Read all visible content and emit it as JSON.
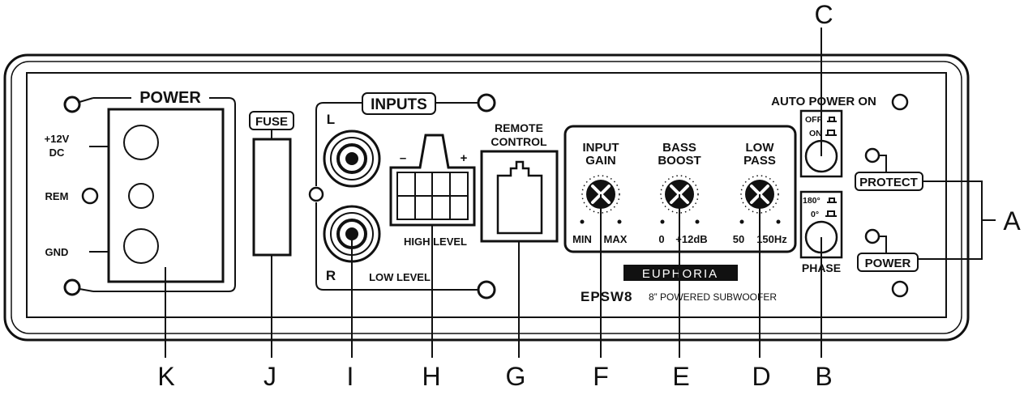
{
  "power_section": {
    "title": "POWER",
    "terminal_12v_line1": "+12V",
    "terminal_12v_line2": "DC",
    "terminal_rem": "REM",
    "terminal_gnd": "GND"
  },
  "fuse": {
    "label": "FUSE"
  },
  "inputs": {
    "title": "INPUTS",
    "left_channel": "L",
    "right_channel": "R",
    "low_level": "LOW LEVEL",
    "high_level": "HIGH LEVEL",
    "minus": "–",
    "plus": "+"
  },
  "remote": {
    "line1": "REMOTE",
    "line2": "CONTROL"
  },
  "knobs": [
    {
      "line1": "INPUT",
      "line2": "GAIN",
      "min": "MIN",
      "max": "MAX"
    },
    {
      "line1": "BASS",
      "line2": "BOOST",
      "min": "0",
      "max": "+12dB"
    },
    {
      "line1": "LOW",
      "line2": "PASS",
      "min": "50",
      "max": "150Hz"
    }
  ],
  "brand": {
    "logo": "EUPHORIA",
    "model": "EPSW8",
    "description": "8” POWERED SUBWOOFER"
  },
  "auto_power": {
    "label": "AUTO POWER ON",
    "off": "OFF",
    "on": "ON"
  },
  "phase": {
    "label": "PHASE",
    "deg180": "180°",
    "deg0": "0°"
  },
  "indicators": {
    "protect": "PROTECT",
    "power": "POWER"
  },
  "callouts": {
    "a": "A",
    "b": "B",
    "c": "C",
    "d": "D",
    "e": "E",
    "f": "F",
    "g": "G",
    "h": "H",
    "i": "I",
    "j": "J",
    "k": "K"
  }
}
